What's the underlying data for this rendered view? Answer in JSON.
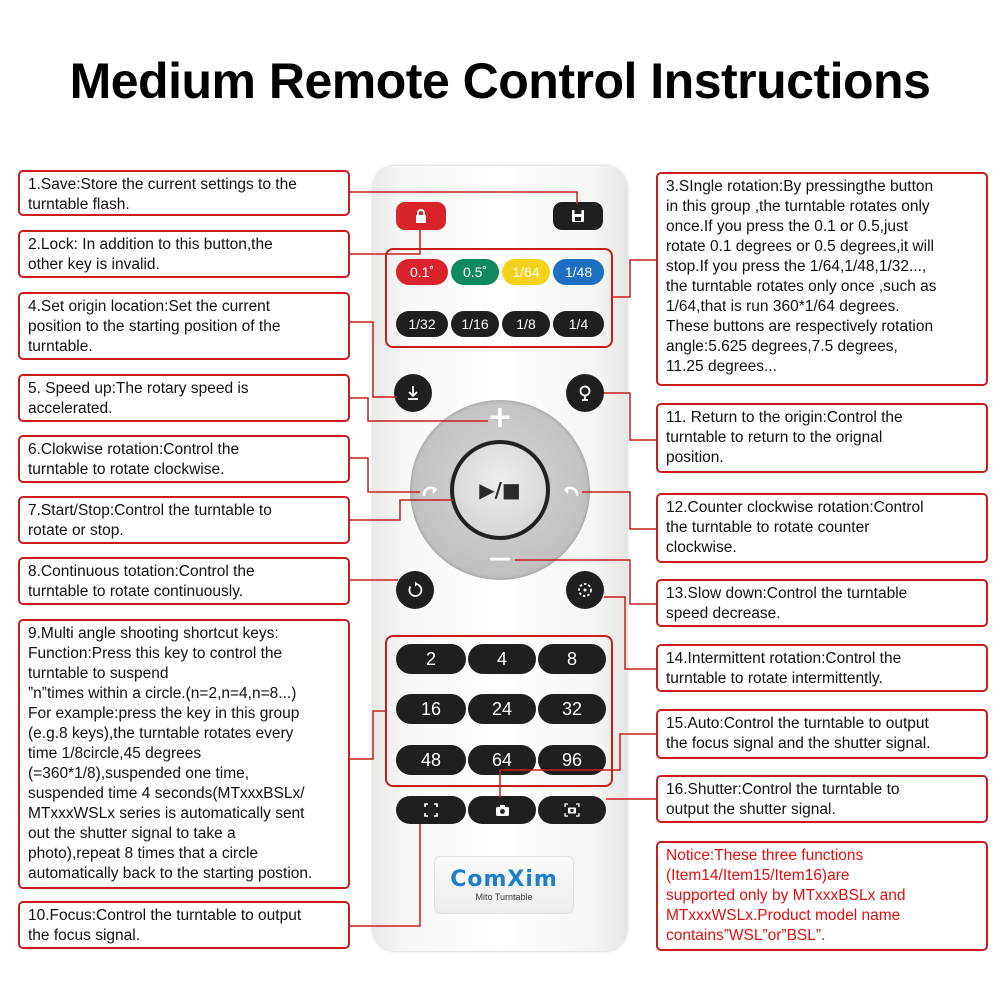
{
  "title": "Medium Remote Control Instructions",
  "notes": {
    "save": "1.Save:Store the current settings to the\nturntable flash.",
    "lock": "2.Lock: In addition to this button,the\nother key is invalid.",
    "single_rotation": "3.SIngle rotation:By pressingthe button\nin this group ,the turntable rotates only\nonce.If you press the 0.1 or 0.5,just\nrotate 0.1 degrees or 0.5 degrees,it will\nstop.If you press the 1/64,1/48,1/32...,\nthe turntable rotates only once ,such as\n1/64,that is run 360*1/64 degrees.\nThese buttons are respectively rotation\nangle:5.625 degrees,7.5 degrees,\n11.25 degrees...",
    "set_origin": "4.Set origin location:Set the current\nposition to the starting position of the\nturntable.",
    "speed_up": "5. Speed up:The rotary speed is\naccelerated.",
    "clockwise": "6.Clokwise rotation:Control the\nturntable to rotate clockwise.",
    "start_stop": "7.Start/Stop:Control the turntable to\nrotate or stop.",
    "continuous": "8.Continuous totation:Control the\nturntable to rotate continuously.",
    "multi_angle": "9.Multi angle shooting shortcut keys:\nFunction:Press this key to control the\nturntable to suspend\n”n”times  within a circle.(n=2,n=4,n=8...)\nFor example:press the key in this group\n(e.g.8 keys),the turntable rotates every\ntime 1/8circle,45 degrees\n(=360*1/8),suspended one time,\nsuspended time 4 seconds(MTxxxBSLx/\nMTxxxWSLx series is automatically sent\nout the shutter signal to take a\nphoto),repeat  8 times that a circle\nautomatically back to the starting postion.",
    "focus": "10.Focus:Control the turntable to output\nthe focus signal.",
    "return_origin": "11. Return to the origin:Control the\nturntable to return to the orignal\nposition.",
    "counter_clockwise": "12.Counter clockwise rotation:Control\nthe turntable to rotate counter\nclockwise.",
    "slow_down": "13.Slow down:Control the turntable\nspeed decrease.",
    "intermittent": "14.Intermittent rotation:Control the\nturntable to rotate intermittently.",
    "auto": "15.Auto:Control the turntable to output\nthe focus signal and the shutter signal.",
    "shutter": "16.Shutter:Control the turntable to\noutput the shutter signal.",
    "notice": "Notice:These three functions\n(Item14/Item15/Item16)are\nsupported only by MTxxxBSLx and\nMTxxxWSLx.Product model name\ncontains”WSL”or”BSL”."
  },
  "remote": {
    "brand": "ComXim",
    "model": "Mito Turntable",
    "rotation_row1": [
      "0.1˚",
      "0.5˚",
      "1/64",
      "1/48"
    ],
    "rotation_row1_colors": [
      "#d8232a",
      "#0f8a5f",
      "#f3d21b",
      "#1e6fc2"
    ],
    "rotation_row2": [
      "1/32",
      "1/16",
      "1/8",
      "1/4"
    ],
    "multi_row1": [
      "2",
      "4",
      "8"
    ],
    "multi_row2": [
      "16",
      "24",
      "32"
    ],
    "multi_row3": [
      "48",
      "64",
      "96"
    ],
    "plus": "+",
    "minus": "—",
    "play": "▶/■"
  },
  "colors": {
    "accent_red": "#c81e1e",
    "notice_red": "#e01010",
    "brand_blue": "#1d7fc7"
  }
}
